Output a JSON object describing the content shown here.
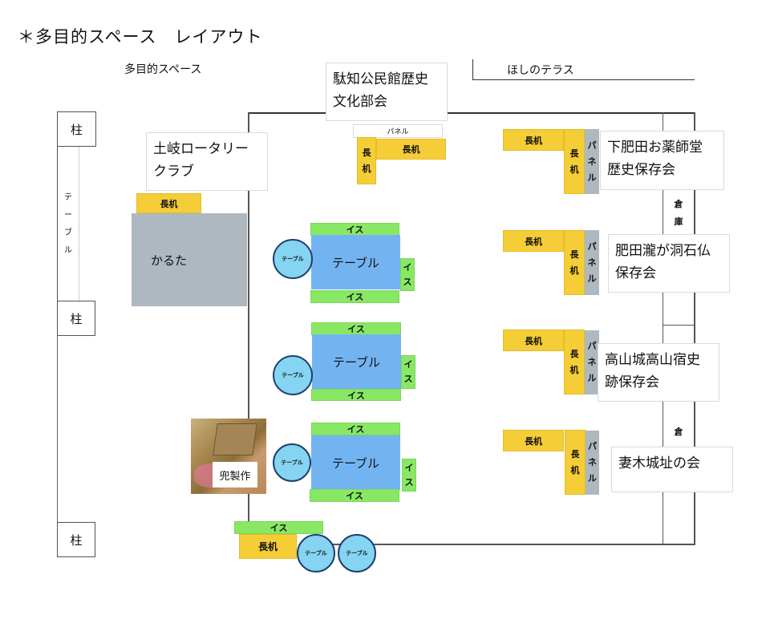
{
  "title": "＊多目的スペース　レイアウト",
  "subtitle": "多目的スペース",
  "terrace_label": "ほしのテラス",
  "labels": {
    "pillar": "柱",
    "long_desk": "長机",
    "long_desk_v1": "長",
    "long_desk_v2": "机",
    "panel": "パネル",
    "panel_v1": "パ",
    "panel_v2": "ネ",
    "panel_v3": "ル",
    "chair": "イス",
    "chair_v1": "イ",
    "chair_v2": "ス",
    "table": "テーブル",
    "long_table_v": [
      "テ",
      "ー",
      "ブ",
      "ル"
    ],
    "storage_v1": "倉",
    "storage_v2": "庫",
    "karuta": "かるた",
    "kabuto": "兜製作"
  },
  "groups": {
    "toki_rotary": [
      "土岐ロータリー",
      "クラブ"
    ],
    "dachi_kominkan": [
      "駄知公民館歴史",
      "文化部会"
    ],
    "shimohida": [
      "下肥田お薬師堂",
      "歴史保存会"
    ],
    "hidataki": [
      "肥田瀧が洞石仏",
      "保存会"
    ],
    "takayama": [
      "高山城高山宿史",
      "跡保存会"
    ],
    "tsumagi": [
      "妻木城址の会"
    ]
  },
  "colors": {
    "desk": "#f5cd36",
    "panel": "#aeb8c1",
    "chair": "#88e864",
    "table": "#72b4f2",
    "round_table": "#84d4f2",
    "karuta": "#aeb8c1"
  }
}
